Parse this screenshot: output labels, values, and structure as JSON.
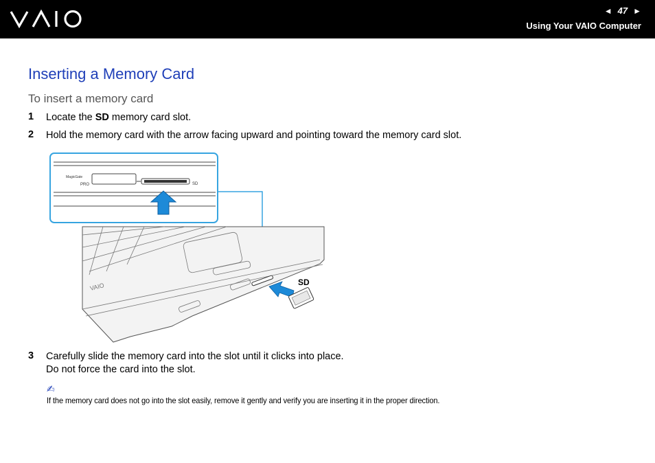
{
  "header": {
    "logo_alt": "VAIO",
    "prev_arrow": "◄",
    "page_number": "47",
    "next_arrow": "►",
    "section": "Using Your VAIO Computer"
  },
  "title": "Inserting a Memory Card",
  "subtitle": "To insert a memory card",
  "steps": [
    {
      "num": "1",
      "pre": "Locate the ",
      "bold": "SD",
      "post": " memory card slot."
    },
    {
      "num": "2",
      "text": "Hold the memory card with the arrow facing upward and pointing toward the memory card slot."
    },
    {
      "num": "3",
      "line1": "Carefully slide the memory card into the slot until it clicks into place.",
      "line2": "Do not force the card into the slot."
    }
  ],
  "figure": {
    "magicgate_label": "MagicGate",
    "pro_label": "PRO",
    "sd_slot_label": "SD",
    "sd_callout": "SD"
  },
  "note": {
    "icon": "✍",
    "text": "If the memory card does not go into the slot easily, remove it gently and verify you are inserting it in the proper direction."
  }
}
